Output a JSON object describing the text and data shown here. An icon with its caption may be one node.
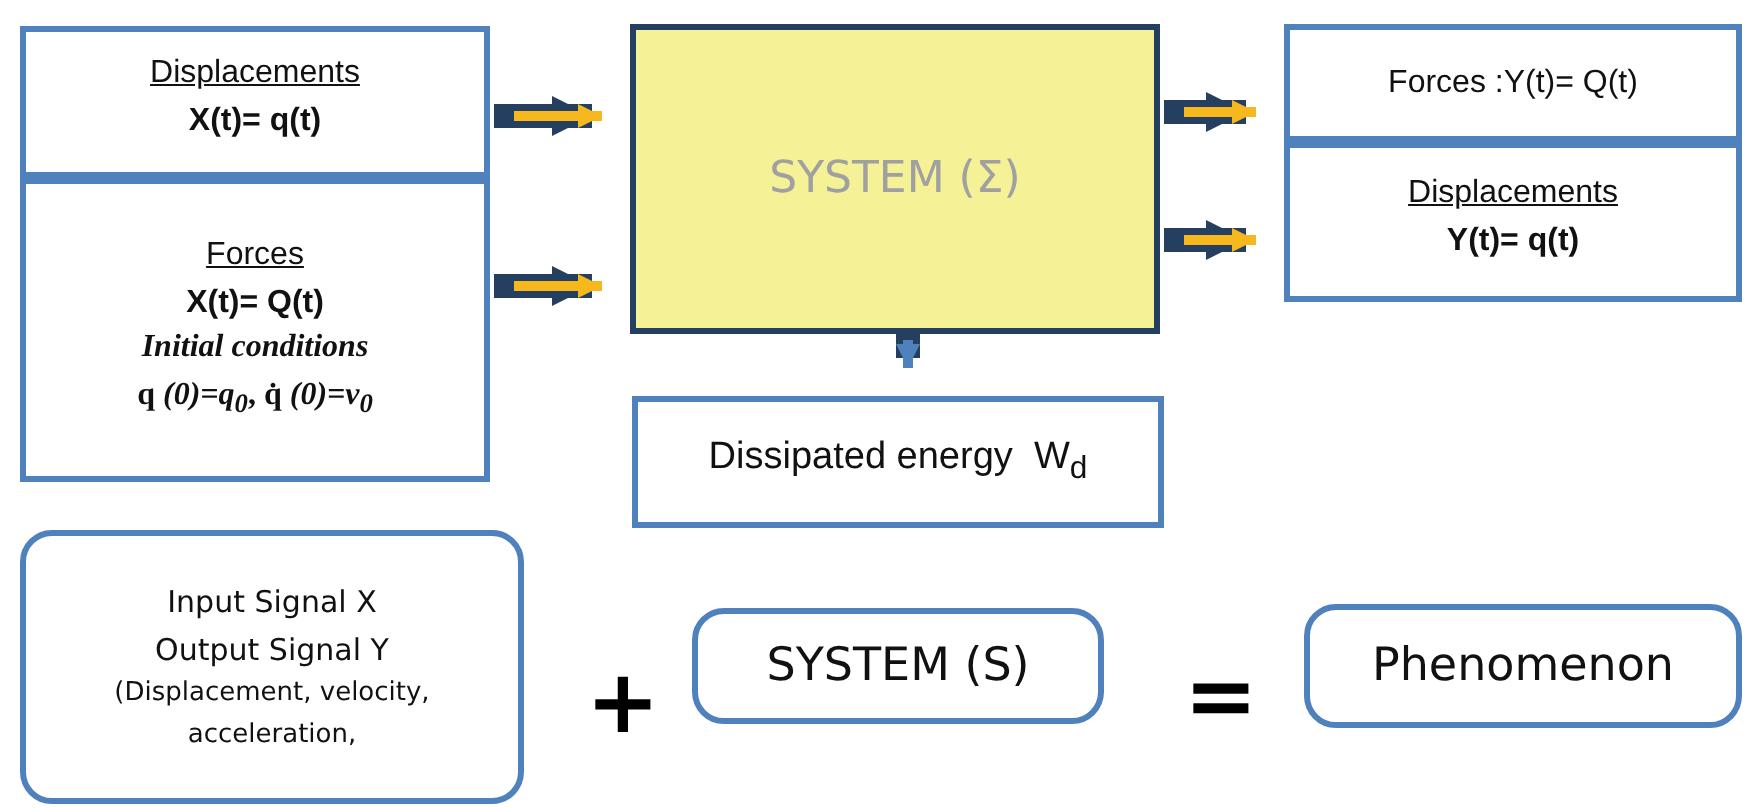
{
  "diagram": {
    "nodes": [
      {
        "text": [
          "Displacements",
          "X(t)= q(t)"
        ]
      },
      {
        "text": [
          "Forces",
          "X(t)= Q(t)",
          "Initial conditions",
          "q *(0)=q$_{0}$*, q̇ *(0)=v$_{0}$*"
        ]
      },
      {
        "text": [
          "SYSTEM (Σ)"
        ]
      },
      {
        "text": [
          "Forces :Y(t)= Q(t)"
        ]
      },
      {
        "text": [
          "Displacements",
          "Y(t)= q(t)"
        ]
      },
      {
        "text": [
          "Dissipated energy  W$_{d}$"
        ]
      },
      {
        "text": [
          "Input Signal X Output Signal Y",
          "(Displacement, velocity, acceleration,"
        ]
      },
      {
        "text": [
          "SYSTEM (S)"
        ]
      },
      {
        "text": [
          "Phenomenon"
        ]
      }
    ],
    "edges": [
      {
        "from": 0,
        "to": 2,
        "arrow": "to"
      },
      {
        "from": 1,
        "to": 2,
        "arrow": "to"
      },
      {
        "from": 2,
        "to": 3,
        "arrow": "to"
      },
      {
        "from": 2,
        "to": 4,
        "arrow": "to"
      },
      {
        "from": 2,
        "to": 5,
        "arrow": "to",
        "color": "#4f81bd"
      }
    ],
    "labels": [
      "+",
      "="
    ]
  }
}
